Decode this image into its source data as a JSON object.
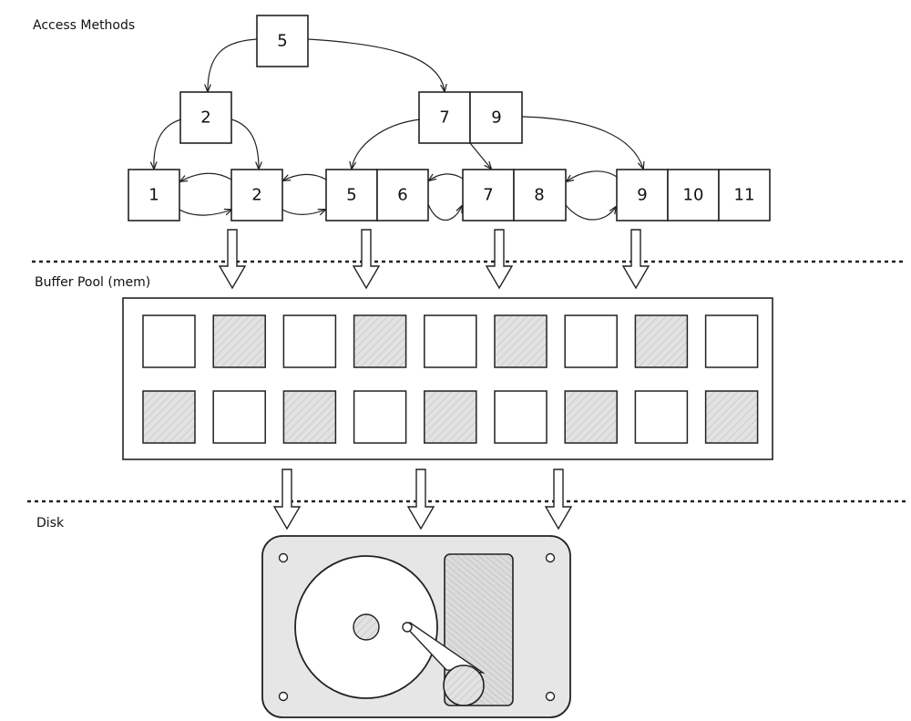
{
  "labels": {
    "access_methods": "Access Methods",
    "buffer_pool": "Buffer Pool (mem)",
    "disk": "Disk"
  },
  "tree": {
    "root": [
      "5"
    ],
    "internal_left": [
      "2"
    ],
    "internal_right": [
      "7",
      "9"
    ],
    "leaves": [
      [
        "1"
      ],
      [
        "2"
      ],
      [
        "5",
        "6"
      ],
      [
        "7",
        "8"
      ],
      [
        "9",
        "10",
        "11"
      ]
    ]
  },
  "buffer_pool": {
    "rows": [
      [
        false,
        true,
        false,
        true,
        false,
        true,
        false,
        true,
        false
      ],
      [
        true,
        false,
        true,
        false,
        true,
        false,
        true,
        false,
        true
      ]
    ]
  },
  "colors": {
    "stroke": "#222222",
    "filled_frame": "#d9d9d9",
    "disk_body": "#e6e6e6"
  }
}
